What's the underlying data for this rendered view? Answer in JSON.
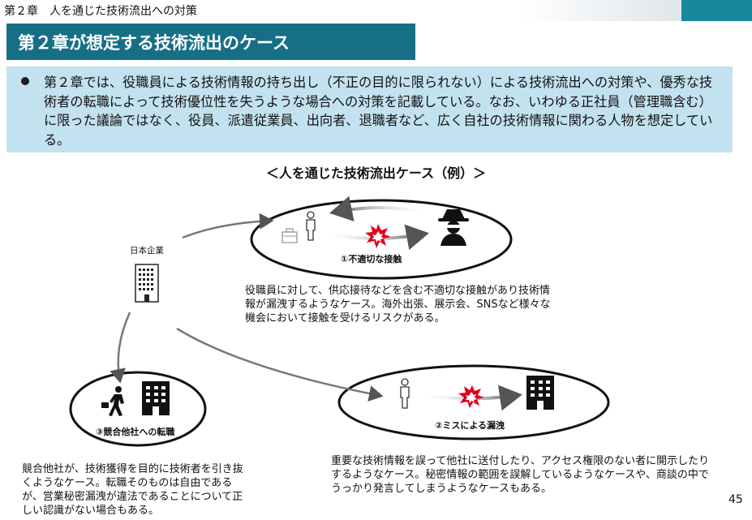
{
  "header": {
    "chapter_label": "第２章　人を通じた技術流出への対策",
    "accent_color": "#16899e"
  },
  "title": "第２章が想定する技術流出のケース",
  "summary": "第２章では、役職員による技術情報の持ち出し（不正の目的に限られない）による技術流出への対策や、優秀な技術者の転職によって技術優位性を失うような場合への対策を記載している。なお、いわゆる正社員（管理職含む）に限った議論ではなく、役員、派遣従業員、出向者、退職者など、広く自社の技術情報に関わる人物を想定している。",
  "diagram": {
    "title": "＜人を通じた技術流出ケース（例）＞",
    "company_label": "日本企業",
    "cases": [
      {
        "label": "①不適切な接触",
        "description": "役職員に対して、供応接待などを含む不適切な接触があり技術情報が漏洩するようなケース。海外出張、展示会、SNSなど様々な機会において接触を受けるリスクがある。",
        "icons": [
          "briefcase-icon",
          "person-icon",
          "explosion-icon",
          "spy-icon"
        ]
      },
      {
        "label": "②ミスによる漏洩",
        "description": "重要な技術情報を誤って他社に送付したり、アクセス権限のない者に開示したりするようなケース。秘密情報の範囲を誤解しているようなケースや、商談の中でうっかり発言してしまうようなケースもある。",
        "icons": [
          "person-icon",
          "explosion-icon",
          "building-icon"
        ]
      },
      {
        "label": "③競合他社への転職",
        "description": "競合他社が、技術獲得を目的に技術者を引き抜くようなケース。転職そのものは自由であるが、営業秘密漏洩が違法であることについて正しい認識がない場合もある。",
        "icons": [
          "walking-person-icon",
          "building-icon"
        ]
      }
    ]
  },
  "page_number": "45"
}
